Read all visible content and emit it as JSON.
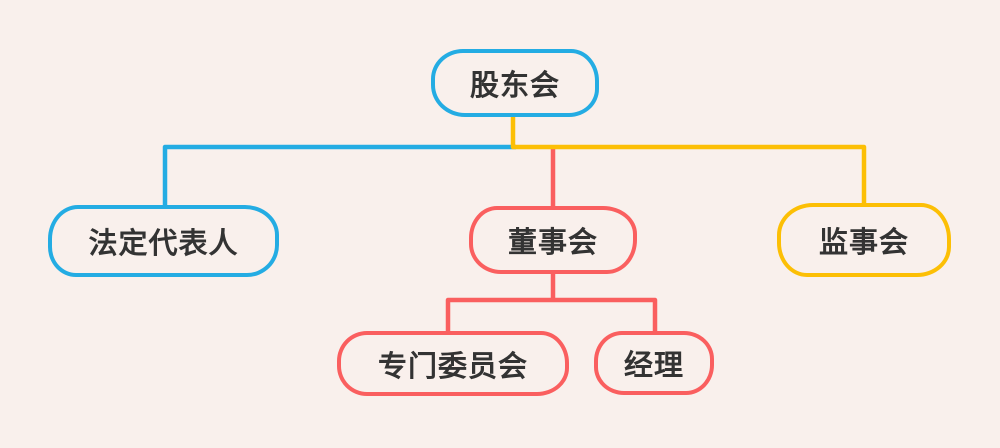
{
  "diagram": {
    "type": "org-chart",
    "nodes": [
      {
        "id": "shareholders-meeting",
        "label": "股东会",
        "level": 1,
        "border_color": "#24ace3"
      },
      {
        "id": "legal-representative",
        "label": "法定代表人",
        "level": 2,
        "border_color": "#24ace3",
        "parent": "shareholders-meeting"
      },
      {
        "id": "board-of-directors",
        "label": "董事会",
        "level": 2,
        "border_color": "#fa5f5f",
        "parent": "shareholders-meeting"
      },
      {
        "id": "supervisory-board",
        "label": "监事会",
        "level": 2,
        "border_color": "#fcbf05",
        "parent": "shareholders-meeting"
      },
      {
        "id": "special-committees",
        "label": "专门委员会",
        "level": 3,
        "border_color": "#fa5f5f",
        "parent": "board-of-directors"
      },
      {
        "id": "manager",
        "label": "经理",
        "level": 3,
        "border_color": "#fa5f5f",
        "parent": "board-of-directors"
      }
    ],
    "edges": [
      {
        "from": "shareholders-meeting",
        "to": "legal-representative",
        "color": "#24ace3"
      },
      {
        "from": "shareholders-meeting",
        "to": "board-of-directors",
        "color": "#fa5f5f"
      },
      {
        "from": "shareholders-meeting",
        "to": "supervisory-board",
        "color": "#fcbf05"
      },
      {
        "from": "board-of-directors",
        "to": "special-committees",
        "color": "#fa5f5f"
      },
      {
        "from": "board-of-directors",
        "to": "manager",
        "color": "#fa5f5f"
      }
    ],
    "colors": {
      "blue": "#24ace3",
      "red": "#fa5f5f",
      "yellow": "#fcbf05",
      "background": "#f9f0ec",
      "text": "#333333"
    }
  }
}
